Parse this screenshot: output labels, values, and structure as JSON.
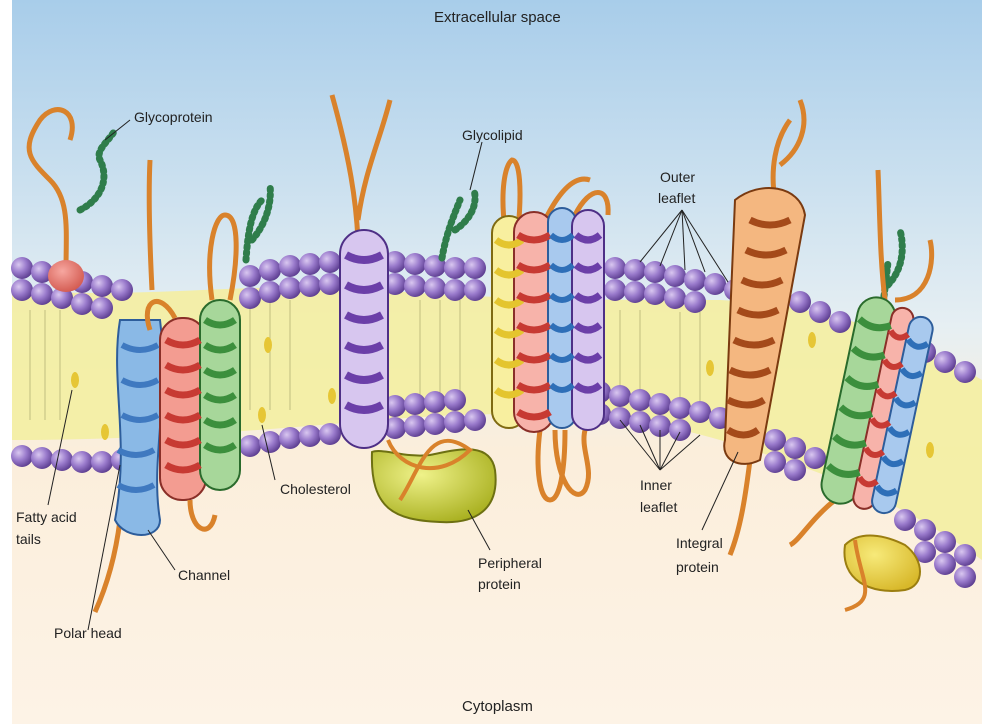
{
  "diagram": {
    "title_top": "Extracellular space",
    "title_bottom": "Cytoplasm",
    "labels": {
      "glycoprotein": "Glycoprotein",
      "glycolipid": "Glycolipid",
      "outer_leaflet_1": "Outer",
      "outer_leaflet_2": "leaflet",
      "inner_leaflet_1": "Inner",
      "inner_leaflet_2": "leaflet",
      "integral_protein_1": "Integral",
      "integral_protein_2": "protein",
      "peripheral_protein_1": "Peripheral",
      "peripheral_protein_2": "protein",
      "cholesterol": "Cholesterol",
      "channel": "Channel",
      "fatty_acid_tails_1": "Fatty acid",
      "fatty_acid_tails_2": "tails",
      "polar_head": "Polar head"
    },
    "colors": {
      "sky_top": "#b8d6ee",
      "cytoplasm": "#fbeedb",
      "lipid_head": "#8e6fc0",
      "tail_band": "#f4efa6",
      "glyco_chain": "#2f7d4b",
      "stalk": "#d9822b",
      "peripheral": "#c7cf38",
      "channel_blue": "#6fa6de",
      "helix_red": "#e0504a",
      "helix_green": "#4aa84c",
      "helix_purple": "#7a4fb4",
      "helix_yellow": "#f0d84a",
      "integral_orange": "#c96a2a"
    }
  }
}
